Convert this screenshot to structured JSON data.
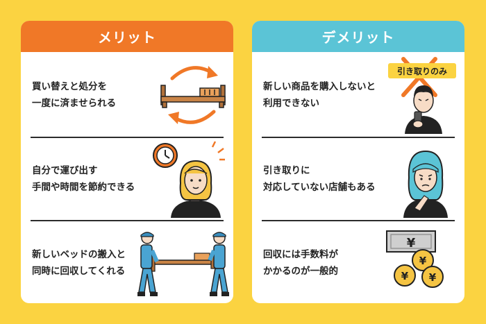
{
  "merit": {
    "title": "メリット",
    "header_color": "#f07827",
    "items": [
      {
        "line1": "買い替えと処分を",
        "line2": "一度に済ませられる",
        "icon": "bed-with-cycle-arrows-icon"
      },
      {
        "line1": "自分で運び出す",
        "line2": "手間や時間を節約できる",
        "icon": "clock-and-woman-icon"
      },
      {
        "line1": "新しいベッドの搬入と",
        "line2": "同時に回収してくれる",
        "icon": "movers-carrying-bed-icon"
      }
    ]
  },
  "demerit": {
    "title": "デメリット",
    "header_color": "#5bc4d6",
    "items": [
      {
        "line1": "新しい商品を購入しないと",
        "line2": "利用できない",
        "icon": "man-with-phone-icon",
        "tag": "引き取りのみ"
      },
      {
        "line1": "引き取りに",
        "line2": "対応していない店舗もある",
        "icon": "troubled-woman-icon"
      },
      {
        "line1": "回収には手数料が",
        "line2": "かかるのが一般的",
        "icon": "yen-coins-icon"
      }
    ]
  }
}
